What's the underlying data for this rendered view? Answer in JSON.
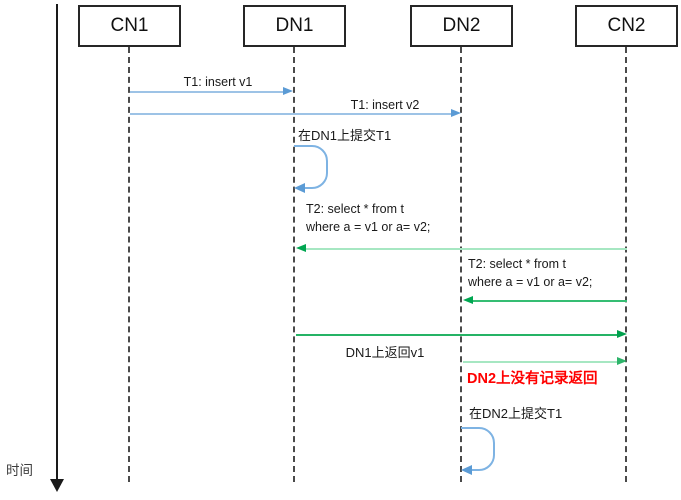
{
  "diagram": {
    "kind": "sequence-diagram",
    "time_axis_label": "时间",
    "actors": [
      {
        "name": "CN1"
      },
      {
        "name": "DN1"
      },
      {
        "name": "DN2"
      },
      {
        "name": "CN2"
      }
    ],
    "messages": [
      {
        "id": "m1",
        "label": "T1: insert v1",
        "from": "CN1",
        "to": "DN1",
        "style": "blue"
      },
      {
        "id": "m2",
        "label": "T1: insert v2",
        "from": "CN1",
        "to": "DN2",
        "style": "blue"
      },
      {
        "id": "m3",
        "label": "在DN1上提交T1",
        "from": "DN1",
        "to": "DN1",
        "style": "blue-self-loop"
      },
      {
        "id": "m4",
        "label_line1": "T2: select * from t",
        "label_line2": "where a = v1 or a= v2;",
        "from": "CN2",
        "to": "DN1",
        "style": "green"
      },
      {
        "id": "m5",
        "label_line1": "T2: select * from t",
        "label_line2": "where a = v1 or a= v2;",
        "from": "CN2",
        "to": "DN2",
        "style": "green"
      },
      {
        "id": "m6",
        "label": "DN1上返回v1",
        "from": "DN1",
        "to": "CN2",
        "style": "green"
      },
      {
        "id": "m7",
        "label": "DN2上没有记录返回",
        "from": "DN2",
        "to": "CN2",
        "style": "light-green",
        "emphasis": "red-bold"
      },
      {
        "id": "m8",
        "label": "在DN2上提交T1",
        "from": "DN2",
        "to": "DN2",
        "style": "blue-self-loop"
      }
    ],
    "colors": {
      "blue_line": "#9dc3e6",
      "blue_arrow": "#5b9bd5",
      "green_dark": "#00a651",
      "green_medium": "#25b365",
      "green_light": "#a6e7c2",
      "red_text": "#ff0000",
      "axis_black": "#1a1a1a"
    }
  }
}
